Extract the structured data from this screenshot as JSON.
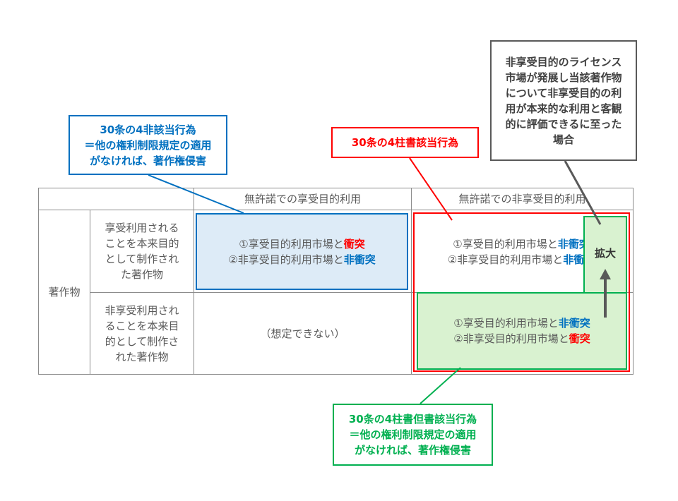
{
  "table": {
    "col_header_empty": "",
    "col_header_1": "無許諾での享受目的利用",
    "col_header_2": "無許諾での非享受目的利用",
    "row_group": "著作物",
    "row1_label": [
      "享受利用される",
      "ことを本来目的",
      "として制作され",
      "た著作物"
    ],
    "row2_label": [
      "非享受利用され",
      "ることを本来目",
      "的として制作さ",
      "れた著作物"
    ],
    "cell_r1c1": {
      "line1_prefix": "①享受目的利用市場と",
      "line1_emph": "衝突",
      "line2_prefix": "②非享受目的利用市場と",
      "line2_emph": "非衝突"
    },
    "cell_r1c2": {
      "line1_prefix": "①享受目的利用市場と",
      "line1_emph": "非衝突",
      "line2_prefix": "②非享受目的利用市場と",
      "line2_emph": "非衝突"
    },
    "cell_r2c1": "（想定できない）",
    "cell_r2c2": {
      "line1_prefix": "①享受目的利用市場と",
      "line1_emph": "非衝突",
      "line2_prefix": "②非享受目的利用市場と",
      "line2_emph": "衝突"
    },
    "expand_label": "拡大"
  },
  "callouts": {
    "blue": [
      "30条の4非該当行為",
      "＝他の権利制限規定の適用",
      "がなければ、著作権侵害"
    ],
    "red": [
      "30条の4柱書該当行為"
    ],
    "gray": [
      "非享受目的のライセンス",
      "市場が発展し当該著作物",
      "について非享受目的の利",
      "用が本来的な利用と客観",
      "的に評価できるに至った",
      "場合"
    ],
    "green": [
      "30条の4柱書但書該当行為",
      "＝他の権利制限規定の適用",
      "がなければ、著作権侵害"
    ]
  },
  "colors": {
    "blue": "#0070c0",
    "red": "#ff0000",
    "green": "#00b050",
    "gray": "#595959",
    "blue_fill": "#ddebf7",
    "green_fill": "#d9f2d0"
  }
}
